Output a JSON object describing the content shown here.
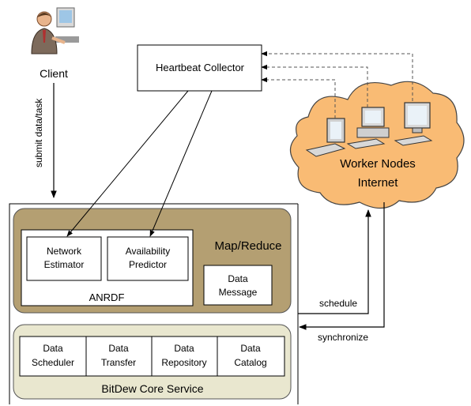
{
  "client": {
    "label": "Client",
    "icon": "person-at-computer-icon"
  },
  "heartbeat": {
    "label": "Heartbeat Collector"
  },
  "cloud": {
    "title": "Worker Nodes",
    "subtitle": "Internet",
    "fill": "#f9bb74",
    "icons": [
      "laptop-icon",
      "desktop-computer-icon",
      "desktop-computer-icon"
    ]
  },
  "arrows": {
    "submit": "submit data/task",
    "schedule": "schedule",
    "synchronize": "synchronize"
  },
  "mapreduce": {
    "label": "Map/Reduce",
    "fill": "#b49f72"
  },
  "anrdf": {
    "label": "ANRDF",
    "network": [
      "Network",
      "Estimator"
    ],
    "availability": [
      "Availability",
      "Predictor"
    ]
  },
  "data_message": [
    "Data",
    "Message"
  ],
  "bitdew": {
    "label": "BitDew Core Service",
    "fill": "#e9e7cf",
    "modules": [
      [
        "Data",
        "Scheduler"
      ],
      [
        "Data",
        "Transfer"
      ],
      [
        "Data",
        "Repository"
      ],
      [
        "Data",
        "Catalog"
      ]
    ]
  }
}
